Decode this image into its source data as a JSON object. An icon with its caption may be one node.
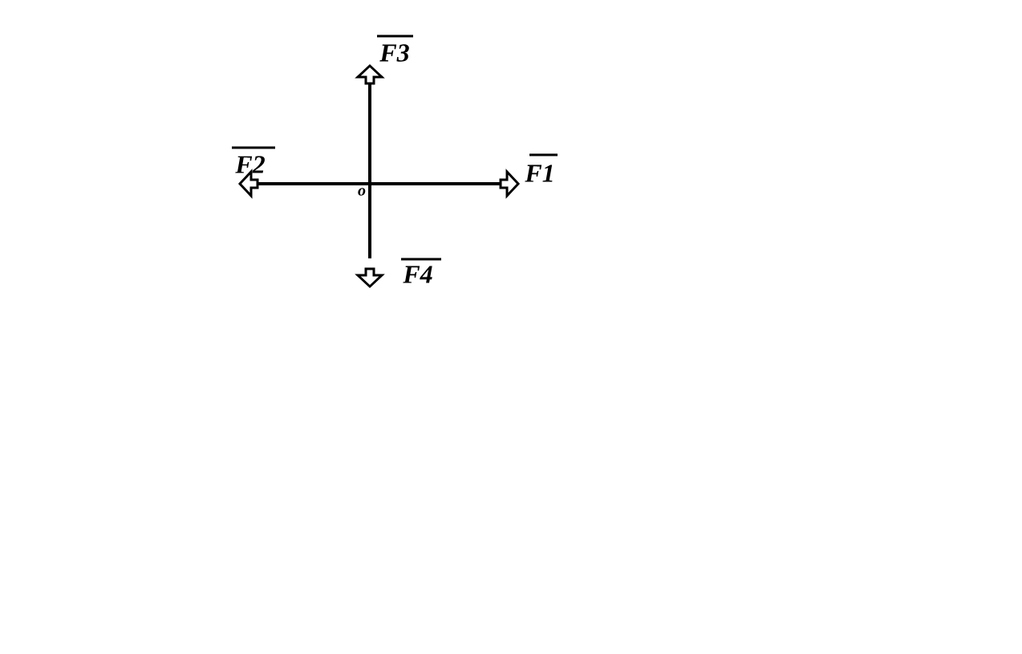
{
  "diagram": {
    "labels": [
      "F3",
      "F2",
      "F1",
      "o",
      "F4"
    ]
  }
}
